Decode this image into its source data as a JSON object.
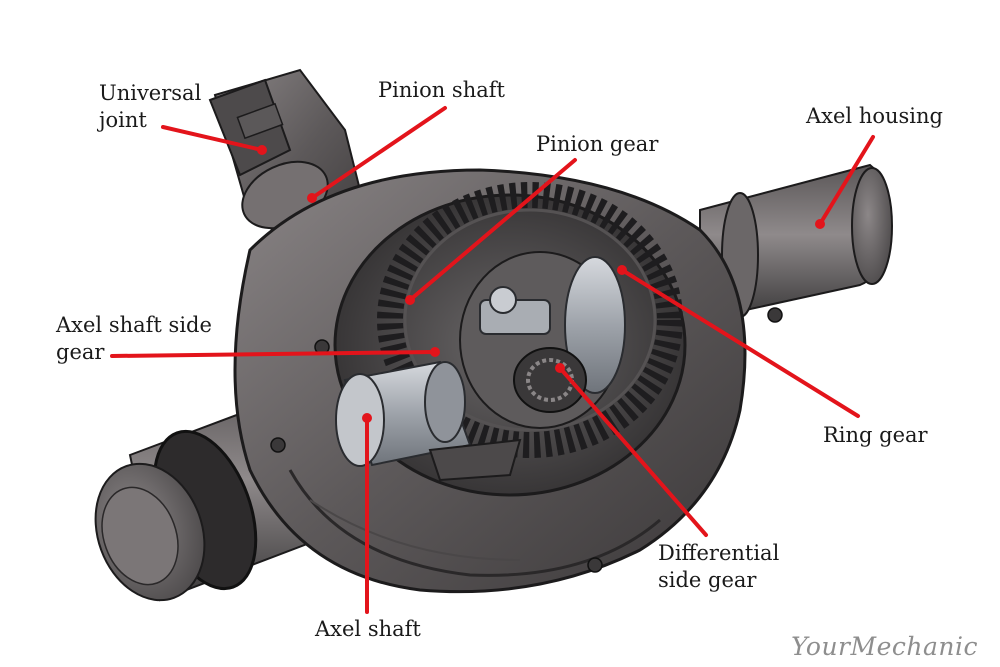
{
  "labels": {
    "universal_joint": [
      "Universal",
      "joint"
    ],
    "pinion_shaft": "Pinion shaft",
    "pinion_gear": "Pinion gear",
    "axel_housing": "Axel housing",
    "axel_shaft_side_gear": [
      "Axel shaft side",
      "gear"
    ],
    "ring_gear": "Ring gear",
    "differential_side_gear": [
      "Differential",
      "side gear"
    ],
    "axel_shaft": "Axel shaft"
  },
  "watermark": "YourMechanic",
  "colors": {
    "leader": "#e3141b",
    "housing_dark": "#3c3a3b",
    "housing_mid": "#6e6a6b",
    "housing_light": "#9b9697",
    "gear_dark": "#2d2c2e",
    "bearing": "#b5b9c0",
    "text": "#1a1a1a"
  }
}
